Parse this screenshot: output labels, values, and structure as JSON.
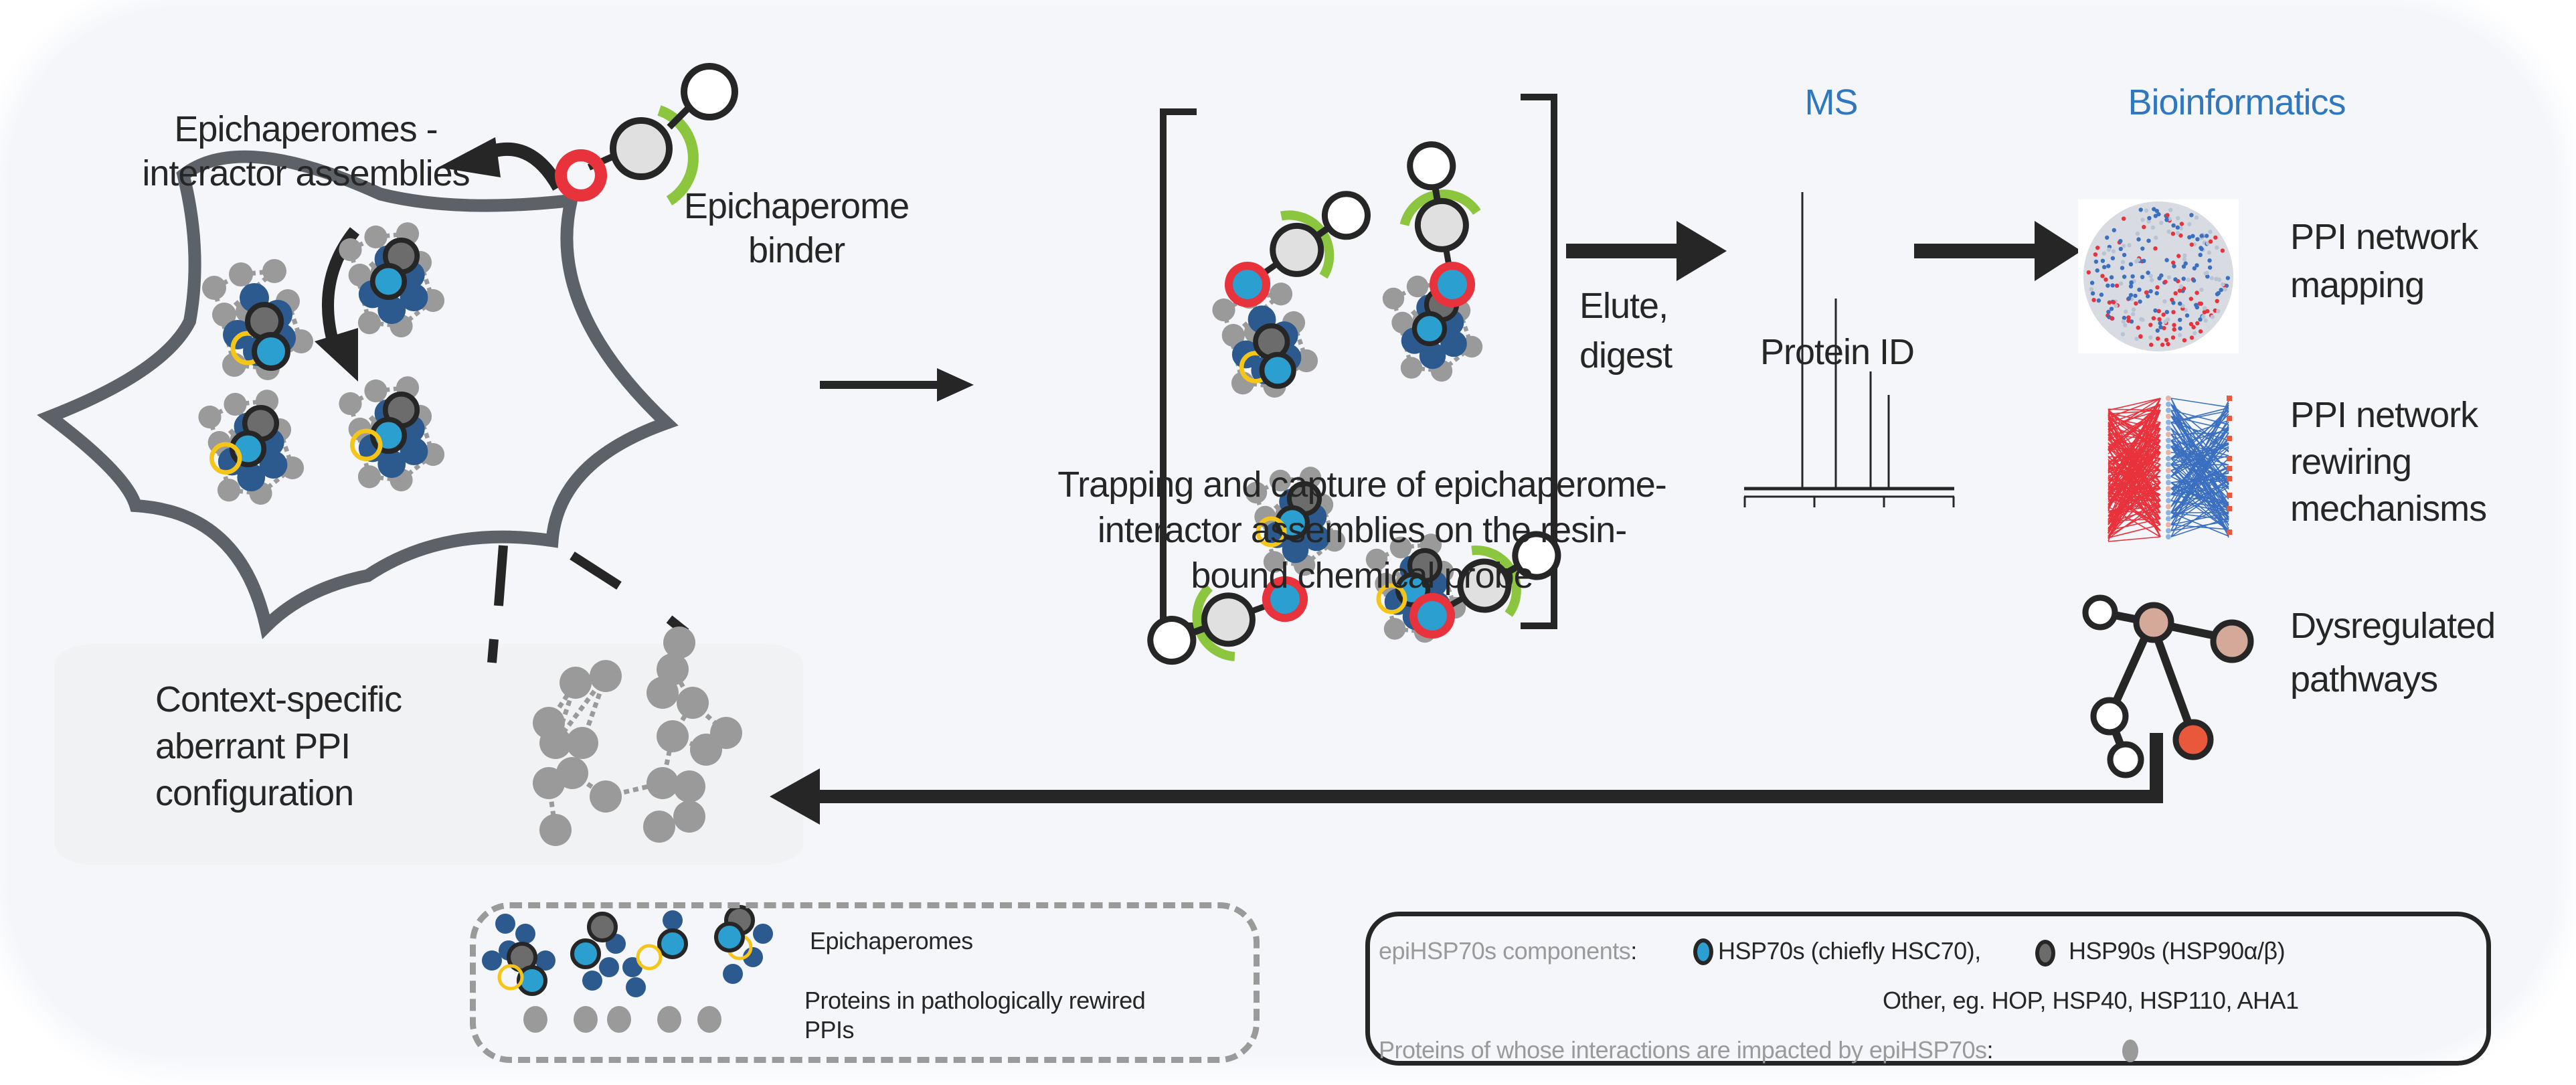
{
  "figure": {
    "title_left": [
      "Epichaperomes -",
      "interactor assemblies"
    ],
    "binder_label": [
      "Epichaperome",
      "binder"
    ],
    "trapping_caption": [
      "Trapping and capture of epichaperome-",
      "interactor assemblies on the resin-",
      "bound chemical probe"
    ],
    "elute_label": [
      "Elute,",
      "digest"
    ],
    "ms_heading": "MS",
    "ms_caption": "Protein ID",
    "bioinformatics_heading": "Bioinformatics",
    "outputs": [
      {
        "label": [
          "PPI network",
          "mapping"
        ],
        "icon": "network-hairball-icon"
      },
      {
        "label": [
          "PPI network",
          "rewiring",
          "mechanisms"
        ],
        "icon": "bipartite-network-icon"
      },
      {
        "label": [
          "Dysregulated",
          "pathways"
        ],
        "icon": "pathway-tree-icon"
      }
    ],
    "context_label": [
      "Context-specific",
      "aberrant PPI",
      "configuration"
    ]
  },
  "legend_left": {
    "epichaperomes": "Epichaperomes",
    "rewired": [
      "Proteins in pathologically rewired",
      "PPIs"
    ]
  },
  "legend_right": {
    "components_label": "epiHSP70s components",
    "components_colon": ":",
    "hsp70": "HSP70s (chiefly HSC70),",
    "hsp90": "HSP90s (HSP90α/β)",
    "other": "Other, eg. HOP, HSP40, HSP110, AHA1",
    "impacted_label": "Proteins of whose interactions are impacted by epiHSP70s",
    "impacted_colon": ":"
  },
  "colors": {
    "hsp70": "#2a9fd0",
    "hsp90": "#6c6c6c",
    "other_chaperone": "#2c5a8e",
    "interactor": "#9a9a9a",
    "cochaperone_ring": "#f5c518",
    "probe_red": "#e8323c",
    "probe_green": "#8cc63f",
    "heading_blue": "#2f77be",
    "pathway_pink": "#d4a99a",
    "pathway_orange": "#e9583a",
    "ink": "#262626",
    "cell_outline": "#5d6168"
  }
}
